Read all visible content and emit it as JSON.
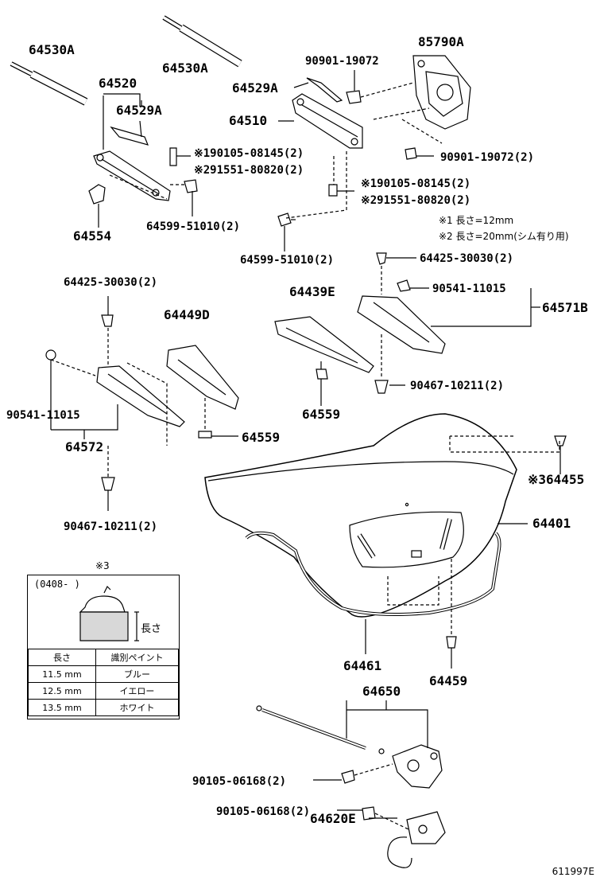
{
  "labels": {
    "l_64530A_left": "64530A",
    "l_64530A_top": "64530A",
    "l_85790A": "85790A",
    "l_90901_19072_a": "90901-19072",
    "l_64520": "64520",
    "l_64529A_right": "64529A",
    "l_64529A_left": "64529A",
    "l_64510": "64510",
    "l_90901_19072_b": "90901-19072(2)",
    "l_90105_08145_left": "※190105-08145(2)",
    "l_91551_80820_left": "※291551-80820(2)",
    "l_90105_08145_right": "※190105-08145(2)",
    "l_91551_80820_right": "※291551-80820(2)",
    "l_64554": "64554",
    "l_64599_51010_left": "64599-51010(2)",
    "l_64599_51010_right": "64599-51010(2)",
    "l_64425_30030_right": "64425-30030(2)",
    "l_64425_30030_left": "64425-30030(2)",
    "l_64439E": "64439E",
    "l_90541_11015_right": "90541-11015",
    "l_64571B": "64571B",
    "l_64449D": "64449D",
    "l_90467_10211_right": "90467-10211(2)",
    "l_90541_11015_left": "90541-11015",
    "l_64559_right": "64559",
    "l_64559_left": "64559",
    "l_64572": "64572",
    "l_64455": "※364455",
    "l_90467_10211_left": "90467-10211(2)",
    "l_64401": "64401",
    "l_64461": "64461",
    "l_64459": "64459",
    "l_64650": "64650",
    "l_90105_06168_a": "90105-06168(2)",
    "l_90105_06168_b": "90105-06168(2)",
    "l_64620E": "64620E"
  },
  "notes": {
    "note1": "※1  長さ=12mm",
    "note2": "※2  長さ=20mm(シム有り用)"
  },
  "inset": {
    "marker": "※3",
    "date_range": "(0408-      )",
    "length_label": "長さ",
    "headers": [
      "長さ",
      "識別ペイント"
    ],
    "rows": [
      [
        "11.5 mm",
        "ブルー"
      ],
      [
        "12.5 mm",
        "イエロー"
      ],
      [
        "13.5 mm",
        "ホワイト"
      ]
    ]
  },
  "reference": "611997E"
}
